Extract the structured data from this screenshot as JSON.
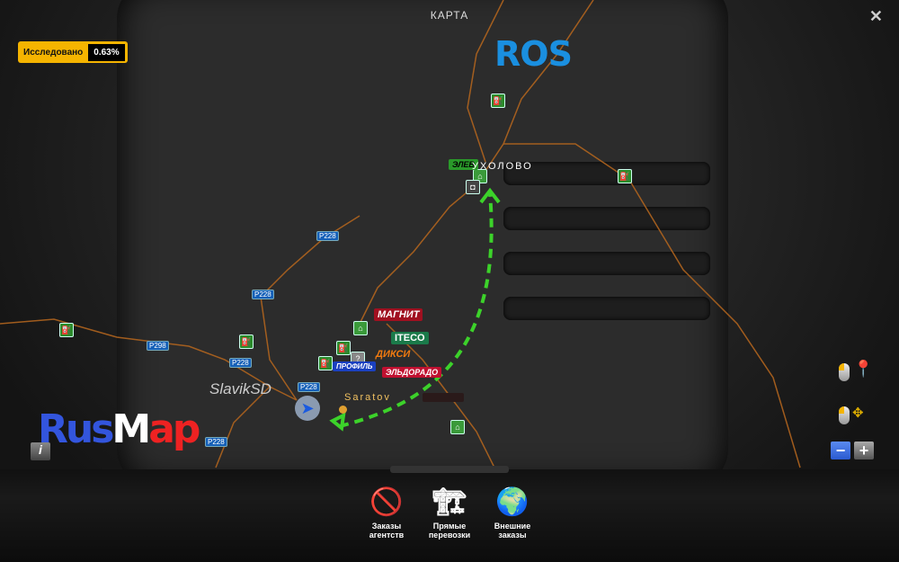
{
  "header": {
    "title": "КАРТА",
    "close": "✕"
  },
  "explored": {
    "label": "Исследовано",
    "value": "0.63%"
  },
  "region_label": "ROS",
  "roads": [
    "P228",
    "P228",
    "P228",
    "P228",
    "P228",
    "P298"
  ],
  "cities": {
    "saratov": "Saratov",
    "ukholovo": "УХОЛОВО"
  },
  "brands": {
    "magnit": "МАГНИТ",
    "iteco": "ITECO",
    "diksi": "ДИКСИ",
    "eldorado": "ЭЛЬДОРАДО",
    "profil": "ПРОФИЛЬ",
    "elev": "ЭЛЕВ"
  },
  "watermark": "SlavikSD",
  "logo": {
    "part1": "Rus",
    "part2": "M",
    "part3": "ap"
  },
  "info": "i",
  "zoom": {
    "minus": "−",
    "plus": "+"
  },
  "tabs": [
    {
      "label1": "Заказы",
      "label2": "агентств",
      "icon": "🚫"
    },
    {
      "label1": "Прямые",
      "label2": "перевозки",
      "icon": "🏗"
    },
    {
      "label1": "Внешние",
      "label2": "заказы",
      "icon": "🌍"
    }
  ],
  "colors": {
    "route": "#3cd22a",
    "road": "#b0641e",
    "explored": "#f5b400"
  }
}
